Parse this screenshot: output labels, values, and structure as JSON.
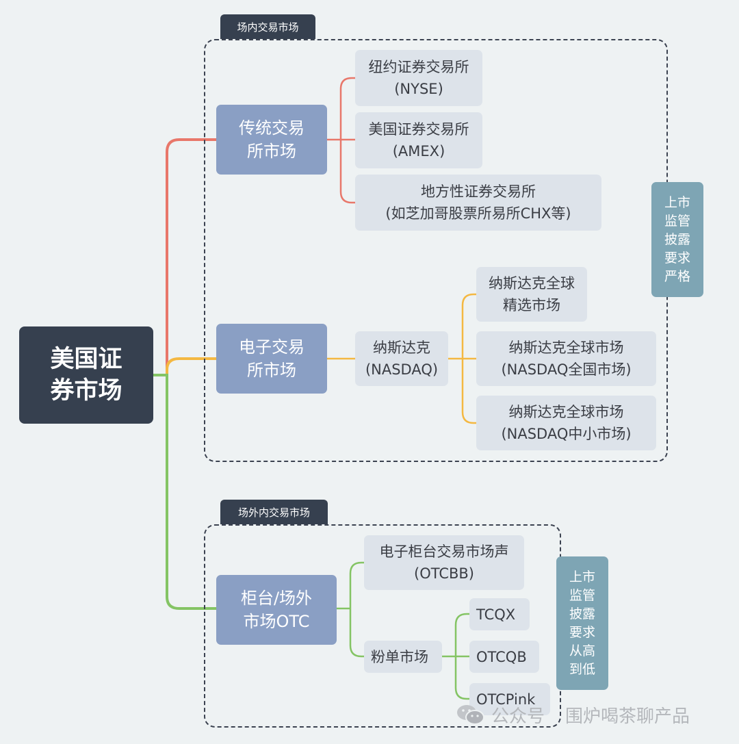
{
  "root": "美国证券市场",
  "groups": {
    "onexchange": "场内交易市场",
    "offexchange": "场外内交易市场"
  },
  "categories": {
    "traditional": "传统交易\n所市场",
    "electronic": "电子交易\n所市场",
    "otc": "柜台/场外\n市场OTC"
  },
  "traditional_leaves": [
    "纽约证券交易所\n(NYSE)",
    "美国证券交易所\n(AMEX)",
    "地方性证券交易所\n(如芝加哥股票所易所CHX等)"
  ],
  "nasdaq": {
    "label": "纳斯达克\n(NASDAQ)",
    "children": [
      "纳斯达克全球\n精选市场",
      "纳斯达克全球市场\n(NASDAQ全国市场)",
      "纳斯达克全球市场\n(NASDAQ中小市场)"
    ]
  },
  "otc_leaves": {
    "otcbb": "电子柜台交易市场声\n(OTCBB)",
    "pink": "粉单市场",
    "pink_children": [
      "TCQX",
      "OTCQB",
      "OTCPink"
    ]
  },
  "side_notes": {
    "strict": "上市监管披露要求严格",
    "tiered": "上市监管披露要求从高到低"
  },
  "watermark": {
    "account": "公众号",
    "name": "围炉喝茶聊产品"
  },
  "colors": {
    "traditional_branch": "#e8776a",
    "electronic_branch": "#f4b842",
    "otc_branch": "#84c464",
    "root_bg": "#36404f",
    "category_bg": "#8a9fc4",
    "leaf_bg": "#dde3ea",
    "side_bg": "#7ea5b4"
  }
}
